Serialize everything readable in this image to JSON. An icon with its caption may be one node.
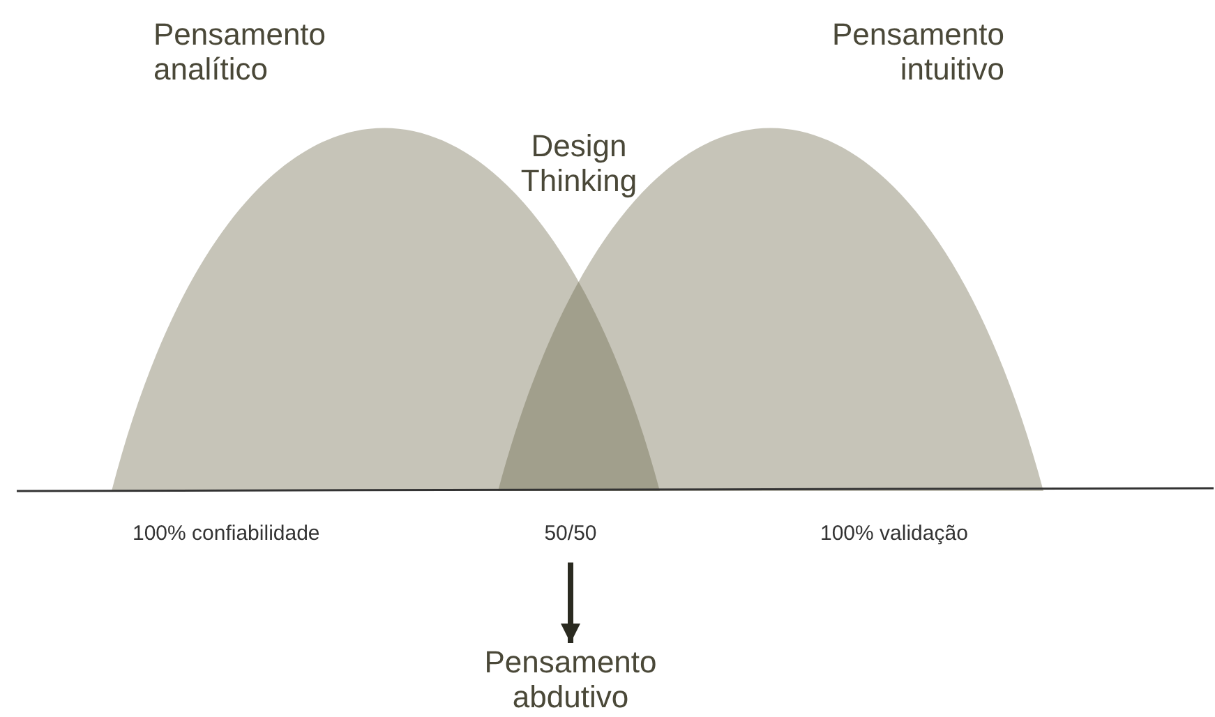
{
  "diagram": {
    "nodes": [
      {
        "text": [
          "50/50"
        ]
      },
      {
        "text": [
          "Pensamento abdutivo"
        ]
      }
    ],
    "edges": [
      {
        "from": 0,
        "to": 1,
        "arrow": "to"
      }
    ],
    "labels": [
      "Pensamento analítico",
      "Pensamento intuitivo",
      "Design Thinking",
      "100% confiabilidade",
      "100% validação"
    ]
  }
}
